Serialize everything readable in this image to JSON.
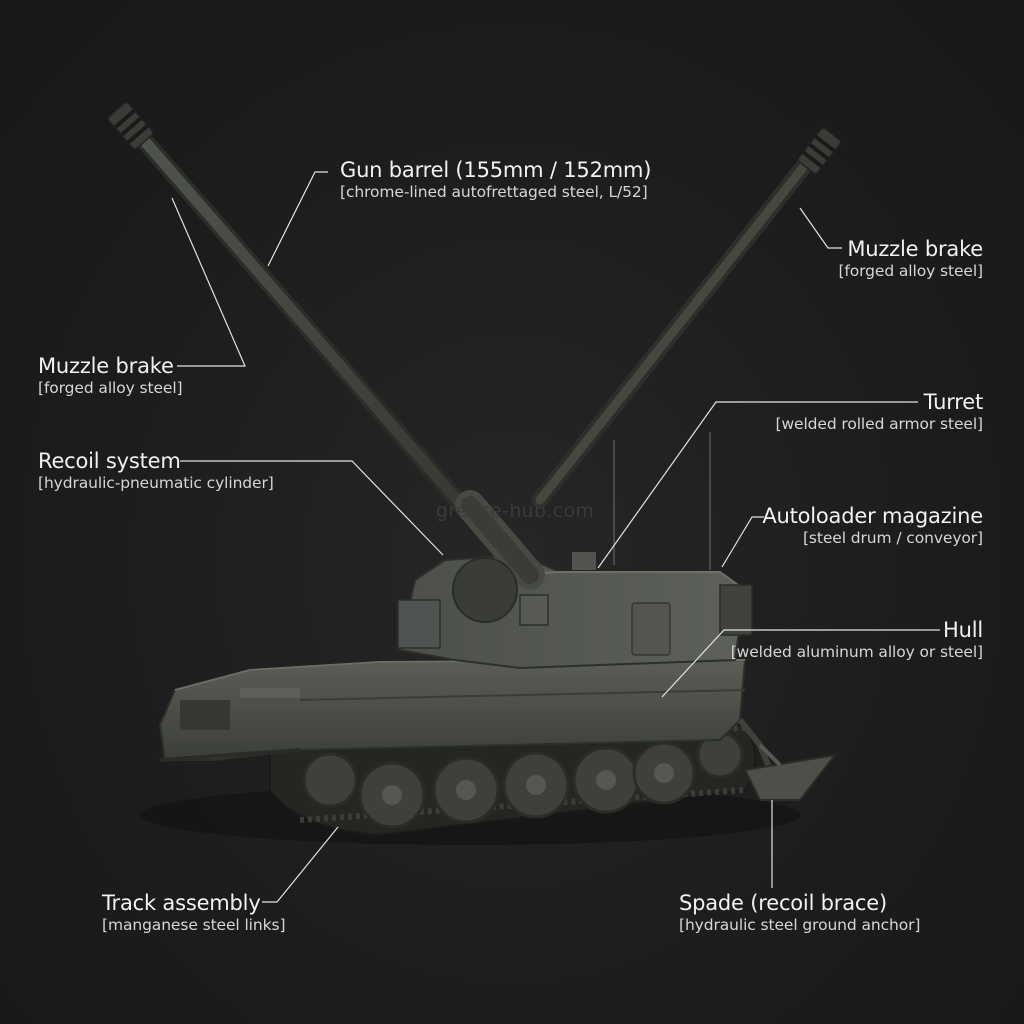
{
  "watermark": "grease-hub.com",
  "colors": {
    "background": "#1e1e1e",
    "vehicle_body": "#4a4e47",
    "vehicle_dark": "#2f322d",
    "leader_line": "#e8e8e8",
    "label_text": "#f2f2f2"
  },
  "callouts": [
    {
      "id": "gun-barrel",
      "title": "Gun barrel (155mm / 152mm)",
      "material": "[chrome-lined autofrettaged steel, L/52]"
    },
    {
      "id": "muzzle-brake-right",
      "title": "Muzzle brake",
      "material": "[forged alloy steel]"
    },
    {
      "id": "muzzle-brake-left",
      "title": "Muzzle brake",
      "material": "[forged alloy steel]"
    },
    {
      "id": "turret",
      "title": "Turret",
      "material": "[welded rolled armor steel]"
    },
    {
      "id": "recoil-system",
      "title": "Recoil system",
      "material": "[hydraulic-pneumatic cylinder]"
    },
    {
      "id": "autoloader",
      "title": "Autoloader magazine",
      "material": "[steel drum / conveyor]"
    },
    {
      "id": "hull",
      "title": "Hull",
      "material": "[welded aluminum alloy or steel]"
    },
    {
      "id": "track-assembly",
      "title": "Track assembly",
      "material": "[manganese steel links]"
    },
    {
      "id": "spade",
      "title": "Spade (recoil brace)",
      "material": "[hydraulic steel ground anchor]"
    }
  ]
}
